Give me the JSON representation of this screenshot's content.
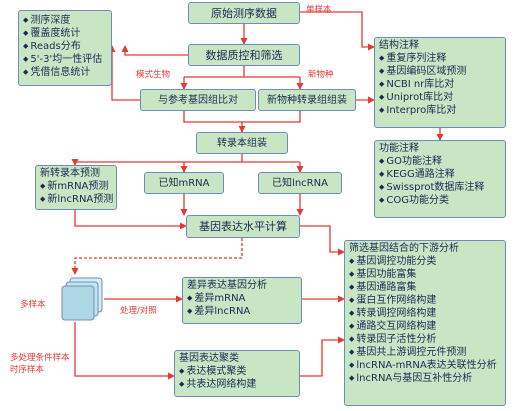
{
  "nodes": {
    "raw": "原始测序数据",
    "qc": "数据质控和筛选",
    "ref": "与参考基因组比对",
    "denovo": "新物种转录组组装",
    "assembly": "转录本组装",
    "known_mrna": "已知mRNA",
    "known_lnc": "已知lncRNA",
    "expr": "基因表达水平计算"
  },
  "stats": {
    "items": [
      "测序深度",
      "覆盖度统计",
      "Reads分布",
      "5'-3'均一性评估",
      "凭借信息统计"
    ]
  },
  "struct": {
    "title": "结构注释",
    "items": [
      "重复序列注释",
      "基因编码区域预测",
      "NCBI nr库比对",
      "Uniprot库比对",
      "Interpro库比对"
    ]
  },
  "func": {
    "title": "功能注释",
    "items": [
      "GO功能注释",
      "KEGG通路注释",
      "Swissprot数据库注释",
      "COG功能分类"
    ]
  },
  "novel": {
    "title": "新转录本预测",
    "items": [
      "新mRNA预测",
      "新lncRNA预测"
    ]
  },
  "diff": {
    "title": "差异表达基因分析",
    "items": [
      "差异mRNA",
      "差异lncRNA"
    ]
  },
  "cluster": {
    "title": "基因表达聚类",
    "items": [
      "表达模式聚类",
      "共表达网络构建"
    ]
  },
  "downstream": {
    "title": "筛选基因结合的下游分析",
    "items": [
      "基因调控功能分类",
      "基因功能富集",
      "基因通路富集",
      "蛋白互作网络构建",
      "转录调控网络构建",
      "通路交互网络构建",
      "转录因子活性分析",
      "基因共上游调控元件预测",
      "lncRNA-mRNA表达关联性分析",
      "lncRNA与基因互补性分析"
    ]
  },
  "labels": {
    "single": "单样本",
    "model": "模式生物",
    "newsp": "新物种",
    "multi": "多样本",
    "treat": "处理/对照",
    "multi_cond": "多处理条件样本",
    "time": "时序样本"
  },
  "colors": {
    "box_fill": "#c8e6c4",
    "box_border": "#6c8fb8",
    "arrow_red": "#e53935",
    "text": "#1b2a55"
  },
  "icons": [
    "documents-stack-icon"
  ]
}
